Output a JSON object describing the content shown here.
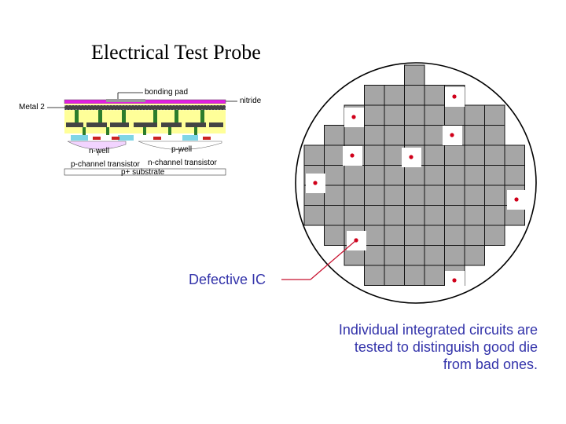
{
  "title": "Electrical Test Probe",
  "cross_section": {
    "bonding_pad": "bonding pad",
    "nitride": "nitride",
    "metal2": "Metal 2",
    "n_well": "n-well",
    "p_well": "p-well",
    "p_channel": "p-channel transistor",
    "n_channel": "n-channel transistor",
    "substrate": "p+ substrate"
  },
  "defect_label": "Defective IC",
  "caption": {
    "line1": "Individual integrated circuits are",
    "line2": "tested to distinguish good die",
    "line3": "from bad ones."
  },
  "colors": {
    "die_fill": "#a6a6a6",
    "die_stroke": "#111111",
    "defect_dot": "#d0001a",
    "caption_text": "#3333aa",
    "pointer_line": "#c8102e"
  }
}
